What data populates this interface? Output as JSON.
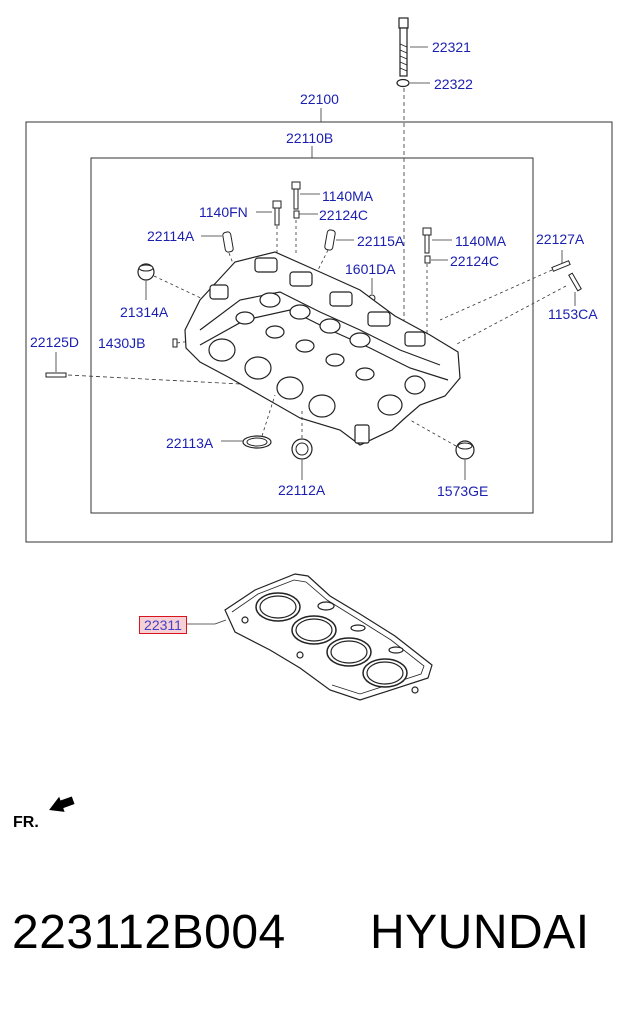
{
  "diagram": {
    "labels": {
      "p22321": "22321",
      "p22322": "22322",
      "p22100": "22100",
      "p22110B": "22110B",
      "p1140MA_a": "1140MA",
      "p1140FN": "1140FN",
      "p22124C_a": "22124C",
      "p22114A": "22114A",
      "p22115A": "22115A",
      "p1140MA_b": "1140MA",
      "p22127A": "22127A",
      "p1601DA": "1601DA",
      "p22124C_b": "22124C",
      "p21314A": "21314A",
      "p1153CA": "1153CA",
      "p22125D": "22125D",
      "p1430JB": "1430JB",
      "p22113A": "22113A",
      "p22112A": "22112A",
      "p1573GE": "1573GE",
      "p22311": "22311"
    },
    "direction_label": "FR.",
    "colors": {
      "label": "#1a1fb0",
      "highlight_border": "#d8141c",
      "highlight_fill": "#f6d0d4",
      "line": "#333333"
    }
  },
  "footer": {
    "part_number": "223112B004",
    "brand": "HYUNDAI"
  }
}
